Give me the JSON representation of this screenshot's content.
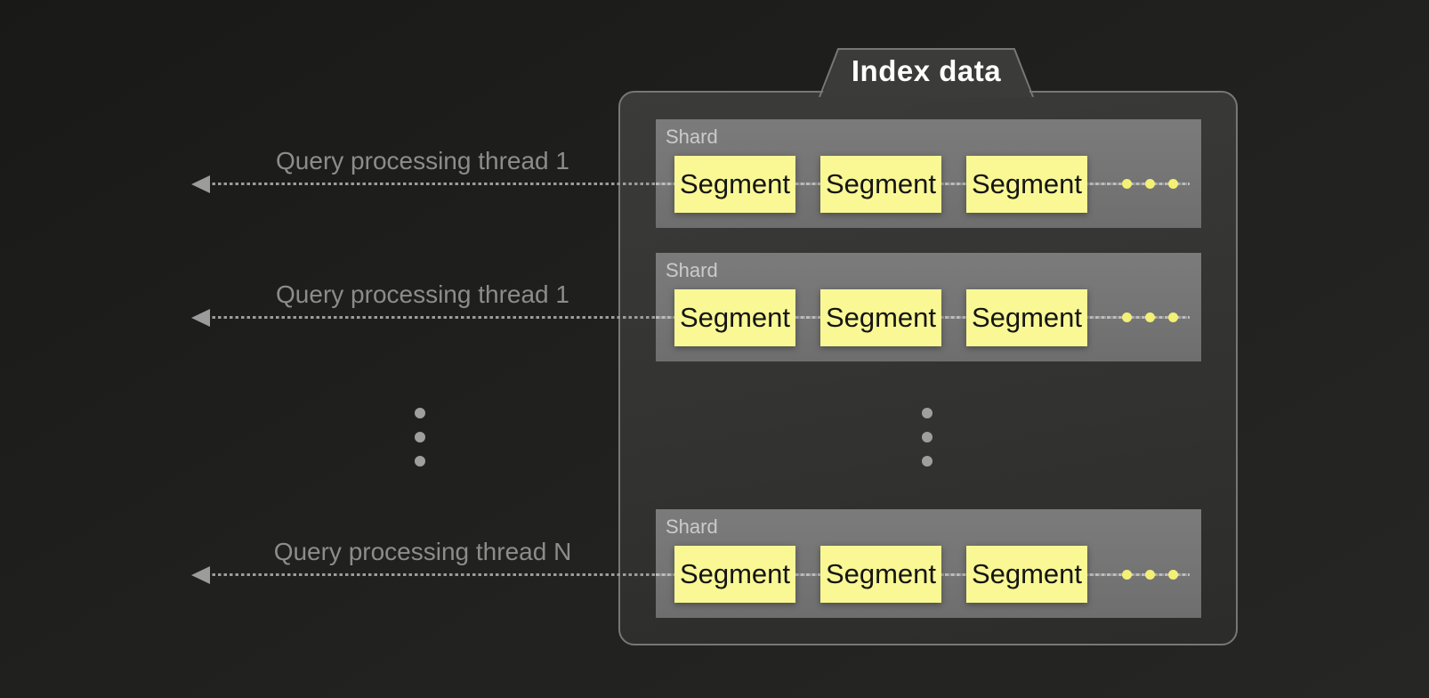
{
  "diagram": {
    "tab_label": "Index data",
    "rows": [
      {
        "thread_label": "Query processing thread 1",
        "shard": {
          "label": "Shard",
          "segments": [
            "Segment",
            "Segment",
            "Segment"
          ]
        }
      },
      {
        "thread_label": "Query processing thread 1",
        "shard": {
          "label": "Shard",
          "segments": [
            "Segment",
            "Segment",
            "Segment"
          ]
        }
      },
      {
        "thread_label": "Query processing thread N",
        "shard": {
          "label": "Shard",
          "segments": [
            "Segment",
            "Segment",
            "Segment"
          ]
        }
      }
    ],
    "ellipsis": {
      "threads_more_dots": 3,
      "shards_more_dots": 3,
      "segments_more_dots_per_shard": 3
    }
  },
  "colors": {
    "background": "#191917",
    "panel_fill": "#343432",
    "panel_border": "#777777",
    "shard_fill": "#747474",
    "shard_text": "#cbcbcb",
    "segment_fill": "#f9f894",
    "segment_text": "#151515",
    "thread_text": "#8c8c8c",
    "arrow_color": "#9c9c9c",
    "arrow_inner_color": "#bdbdbd",
    "yellow_dot": "#f3f076",
    "gray_dot": "#9f9f9f",
    "tab_text": "#ffffff"
  }
}
